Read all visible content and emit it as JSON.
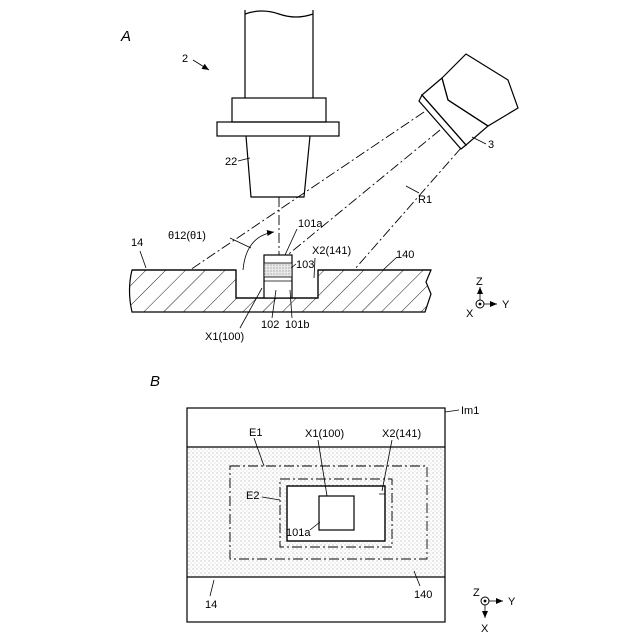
{
  "panel_a": {
    "letter": "A",
    "labels": {
      "device": "2",
      "camera": "3",
      "tool": "22",
      "stage": "14",
      "surface": "140",
      "ray": "R1",
      "angle": "θ12(θ1)",
      "top_face": "101a",
      "mark": "103",
      "x2": "X2(141)",
      "x1": "X1(100)",
      "body": "102",
      "side": "101b"
    },
    "axes": {
      "z": "Z",
      "y": "Y",
      "x": "X"
    }
  },
  "panel_b": {
    "letter": "B",
    "labels": {
      "image": "Im1",
      "e1": "E1",
      "e2": "E2",
      "x1": "X1(100)",
      "x2": "X2(141)",
      "top_face": "101a",
      "stage": "14",
      "surface": "140"
    },
    "axes": {
      "z": "Z",
      "y": "Y",
      "x": "X"
    }
  }
}
